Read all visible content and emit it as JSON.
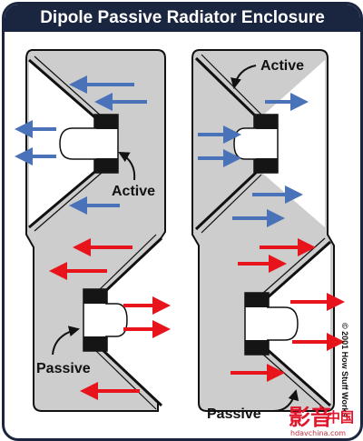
{
  "title": "Dipole Passive Radiator Enclosure",
  "labels": {
    "left_active": "Active",
    "left_passive": "Passive",
    "right_active": "Active",
    "right_passive": "Passive"
  },
  "copyright": "© 2001 How Stuff Works",
  "watermark": {
    "mark": "影音",
    "cn": "中国",
    "url": "hdavchina.com"
  },
  "colors": {
    "frame": "#1a2540",
    "enclosure": "#cdcdcd",
    "blue_arrow": "#4a72b8",
    "red_arrow": "#e8141c"
  }
}
